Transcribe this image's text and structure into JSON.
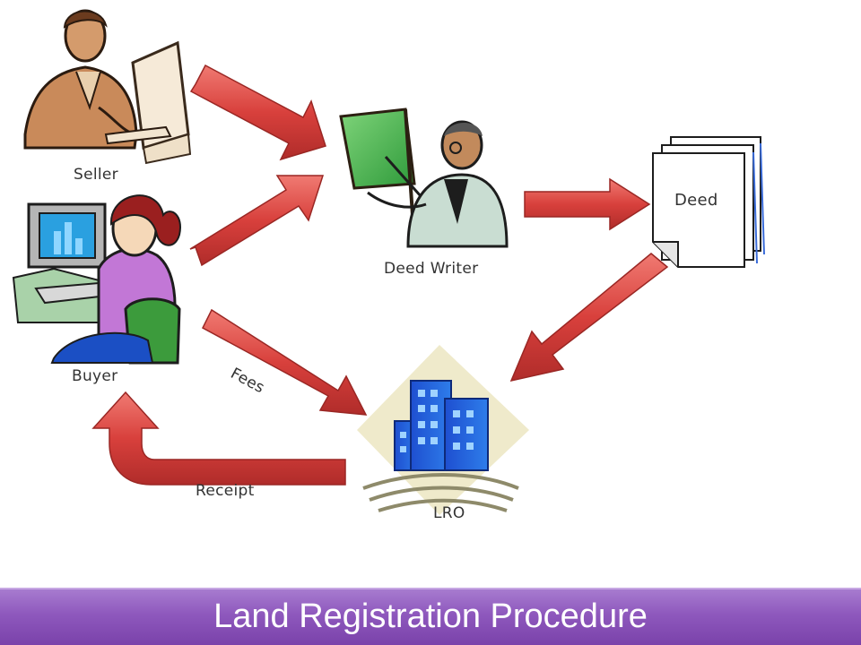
{
  "diagram": {
    "title": "Land Registration Procedure",
    "nodes": {
      "seller": "Seller",
      "buyer": "Buyer",
      "deed_writer": "Deed Writer",
      "deed": "Deed",
      "lro": "LRO"
    },
    "edges": {
      "fees": "Fees",
      "receipt": "Receipt"
    },
    "flows": [
      {
        "from": "Seller",
        "to": "Deed Writer"
      },
      {
        "from": "Buyer",
        "to": "Deed Writer"
      },
      {
        "from": "Deed Writer",
        "to": "Deed"
      },
      {
        "from": "Deed",
        "to": "LRO"
      },
      {
        "from": "Buyer",
        "to": "LRO",
        "label": "Fees"
      },
      {
        "from": "LRO",
        "to": "Buyer",
        "label": "Receipt"
      }
    ],
    "colors": {
      "arrow": "#d8403c",
      "arrow_dark": "#b02c2a",
      "title_bar": "#8e58bd",
      "title_text": "#ffffff",
      "label_text": "#333333"
    }
  }
}
